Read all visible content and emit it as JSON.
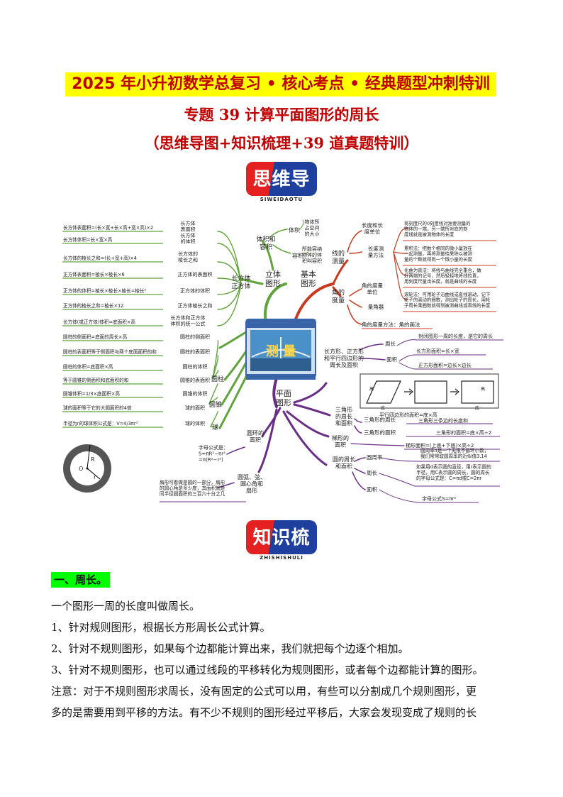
{
  "header": {
    "title1": "2025 年小升初数学总复习 • 核心考点 • 经典题型冲刺特训",
    "title2": "专题 39  计算平面图形的周长",
    "title3": "（思维导图+知识梳理+39 道真题特训）"
  },
  "badges": {
    "mindmap": {
      "text": "思维导图",
      "sub": "SIWEIDAOTU"
    },
    "knowledge": {
      "text": "知识梳理",
      "sub": "ZHISHISHULI"
    }
  },
  "mindmap": {
    "center": "测  量",
    "solid": {
      "main": "立体\n图形",
      "cuboid_cube": "长方体\n正方体",
      "volume_capacity": "体积和\n容积",
      "volume": "体积",
      "volume_def": "物体所\n占空间\n的大小",
      "capacity": "容积",
      "capacity_def": "所能容纳\n物体的体\n积叫容积",
      "cylinder": "圆柱",
      "cone": "圆锥",
      "sphere": "球",
      "rows": [
        {
          "formula": "长方体表面积=(长×宽+长×高+宽×高)×2",
          "label": "长方体\n表面积"
        },
        {
          "formula": "长方体体积=长×宽×高",
          "label": "长方体\n的体积"
        },
        {
          "formula": "长方体的棱长之和=(长+宽+高)×4",
          "label": "长方体的\n棱长之和"
        },
        {
          "formula": "正方体表面积=棱长×棱长×6",
          "label": "正方体的表面积"
        },
        {
          "formula": "正方体的体积=棱长×棱长×棱长=棱长³",
          "label": "正方体的体积"
        },
        {
          "formula": "正方体的棱长之和=棱长×12",
          "label": "正方体棱长之和"
        },
        {
          "formula": "长方体(或正方体)体积=底面积×高",
          "label": "长方体和正方体\n体积的统一公式"
        },
        {
          "formula": "圆柱的侧面积=底面的周长×高",
          "label": "圆柱的侧面积"
        },
        {
          "formula": "圆柱的表面积等于侧面积与两个底面面积的和",
          "label": "圆柱的表面积"
        },
        {
          "formula": "圆柱的体积=底面积×高",
          "label": "圆柱的体积"
        },
        {
          "formula": "等于圆锥的侧面积和底面积的和",
          "label": "圆锥的表面积"
        },
        {
          "formula": "圆锥体积=1/3×底面积×高",
          "label": "圆锥的体积"
        },
        {
          "formula": "球的面积等于它的大圆面积的4倍",
          "label": "球的面积"
        },
        {
          "formula": "半径为r的球体积公式是：V=4/3πr³",
          "label": "球的体积"
        }
      ]
    },
    "basic": {
      "main": "基本\n图形",
      "line": "线的\n测量",
      "length_unit": "长度和长\n度单位",
      "length_methods": "长度测\n量方法",
      "angle": "角的\n度量",
      "angle_unit": "角的度量\n单位",
      "protractor": "量角器",
      "angle_draw": "角的度量方法：角的画法",
      "notes": [
        "将刻度尺的0刻度线对准要测量的\n物体的一端，另一端所对应的刻\n度线就是被测物体的长度",
        "累积法：把数个相同的微小量放在\n一起测量，再将测量结果除以被测\n量的个数就得到一个微小量的长度",
        "化曲为直法：将线与曲线完全重合，做\n好两端的记号，然后轻轻地将线拉直，\n用刻度尺量出长度，就是曲线的长度",
        "滚轮法：可用轮子沿曲线或直线滚动，记下\n轮子的滚动的圈数，测出轮子的周长，用轮\n子周长乘圈数就得到被测曲线或直线的长度"
      ]
    },
    "plane": {
      "main": "平面\n图形",
      "rect_group": "长方形、正方形\n和平行四边形的\n周长及面积",
      "perimeter": "周长",
      "perimeter_def": "封闭图形一周的长度，是它的周长",
      "area": "面积",
      "rect_area": "长方形面积=长×宽",
      "square_area": "正方形面积=边长×边长",
      "para_area": "平行四边形的面积=底×高",
      "fig_h": "高",
      "fig_b": "底",
      "triangle": "三角形\n的周长\n和面积",
      "tri_perimeter": "三角形的周长",
      "tri_perimeter_def": "三角形三条边的长度和",
      "tri_area": "三角形的面积",
      "tri_area_def": "三角形的面积=底×高÷2",
      "trapezoid": "梯形的\n面积",
      "trap_formula": "梯形面积=(上底+下底)×高÷2",
      "circle": "圆的周长\n和面积",
      "pi": "圆周率",
      "pi_def": "圆周率π是一个无限不循环小数，\n我们常常取圆周率的近似值3.14",
      "circ_perimeter": "周长",
      "circ_perimeter_def": "如果用d表示圆的直径，用r表示圆的\n半径，用C表示圆的周长，圆的周长\n的字母公式是：C=πd或C=2πr",
      "circ_area": "面积",
      "circ_area_def": "字母公式S=πr²",
      "ring": "圆环的\n面积",
      "ring_formula": "字母公式是：\nS=πR²−πr²\n=π(R²−r²)",
      "sector": "圆弧、弦、\n圆心角和\n扇形",
      "sector_def": "扇形可看做是圆的一部分，扇形\n的圆心角是多少度，其面积就是\n同半径圆面积的三百六十分之几",
      "ring_labels": {
        "R": "R",
        "O": "O",
        "r": "r"
      }
    }
  },
  "section1": {
    "heading": "一、周长。",
    "paragraphs": [
      "一个图形一周的长度叫做周长。",
      "1、针对规则图形，根据长方形周长公式计算。",
      "2、针对不规则图形，如果每个边都能计算出来，我们就把每个边逐个相加。",
      "3、针对不规则图形，也可以通过线段的平移转化为规则图形，或者每个边都能计算的图形。",
      "注意：对于不规则图形求周长，没有固定的公式可以用，有些可以分割成几个规则图形，更",
      "多的是需要用到平移的方法。有不少不规则的图形经过平移后，大家会发现变成了规则的长"
    ]
  },
  "colors": {
    "title_red": "#c00000",
    "title_bg": "#ffff00",
    "heading_bg": "#00ff00",
    "branch_green": "#5fa43a",
    "branch_red": "#c83a1e",
    "branch_purple": "#6a2e86",
    "badge_blue": "#1f3f9e",
    "badge_red": "#e52020"
  }
}
